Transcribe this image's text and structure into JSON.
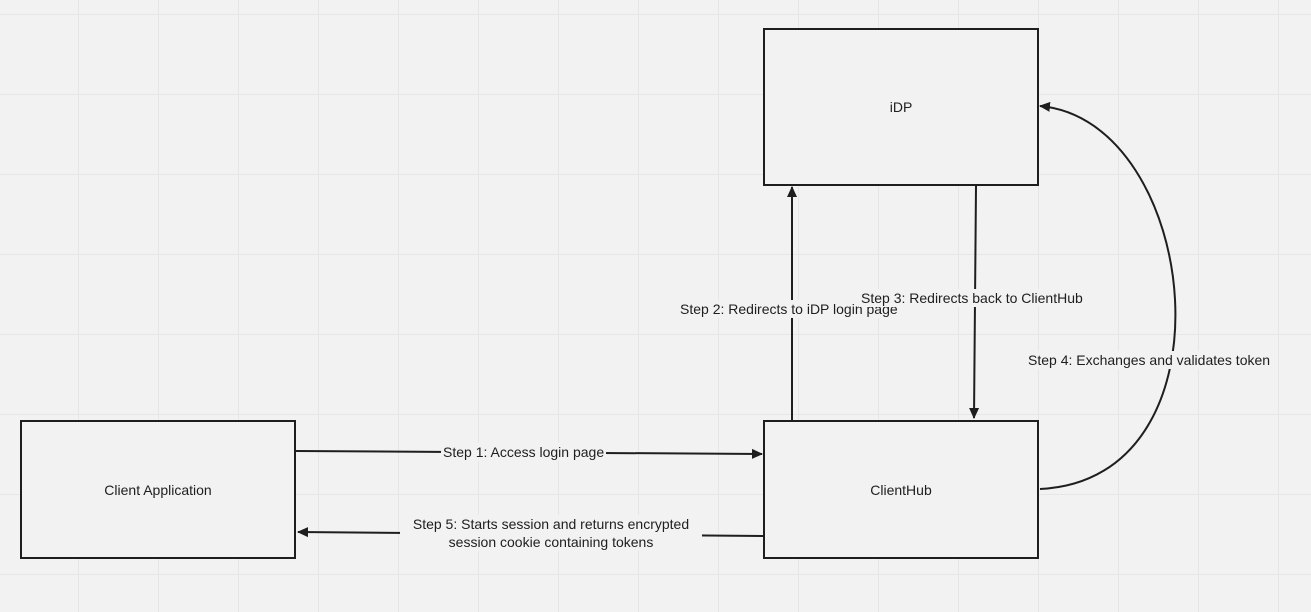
{
  "nodes": {
    "idp": "iDP",
    "clienthub": "ClientHub",
    "client_app": "Client Application"
  },
  "edges": {
    "step1": "Step 1: Access login page",
    "step2": "Step 2: Redirects to iDP login page",
    "step3": "Step 3: Redirects back to ClientHub",
    "step4": "Step 4: Exchanges and validates token",
    "step5_line1": "Step 5: Starts session and returns encrypted",
    "step5_line2": "session cookie containing tokens"
  },
  "colors": {
    "background": "#f2f2f2",
    "grid": "#e6e6e6",
    "stroke": "#1e1e1e"
  }
}
